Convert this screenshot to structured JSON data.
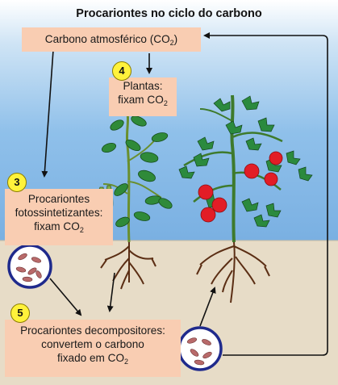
{
  "title": "Procariontes no ciclo do carbono",
  "boxes": {
    "atmosphere": {
      "text": "Carbono atmosférico (CO",
      "sub": "2",
      "tail": ")"
    },
    "plants": {
      "number": "4",
      "line1": "Plantas:",
      "line2": "fixam CO",
      "sub": "2"
    },
    "photosynthetic": {
      "number": "3",
      "line1": "Procariontes",
      "line2": "fotossintetizantes:",
      "line3": "fixam CO",
      "sub": "2"
    },
    "decomposers": {
      "number": "5",
      "line1": "Procariontes decompositores:",
      "line2": "convertem o carbono",
      "line3": "fixado em CO",
      "sub": "2"
    }
  },
  "colors": {
    "box_fill": "#f9cdb2",
    "badge": "#fff23b",
    "sky": "#7ab0e2",
    "soil": "#e7dcc7",
    "arrow": "#111111",
    "cell_ring": "#1f2a8c",
    "bacteria": "#b86a6a"
  },
  "icons": [
    "bacteria-cluster-icon",
    "tomato-plant-illustration",
    "bean-plant-illustration"
  ]
}
